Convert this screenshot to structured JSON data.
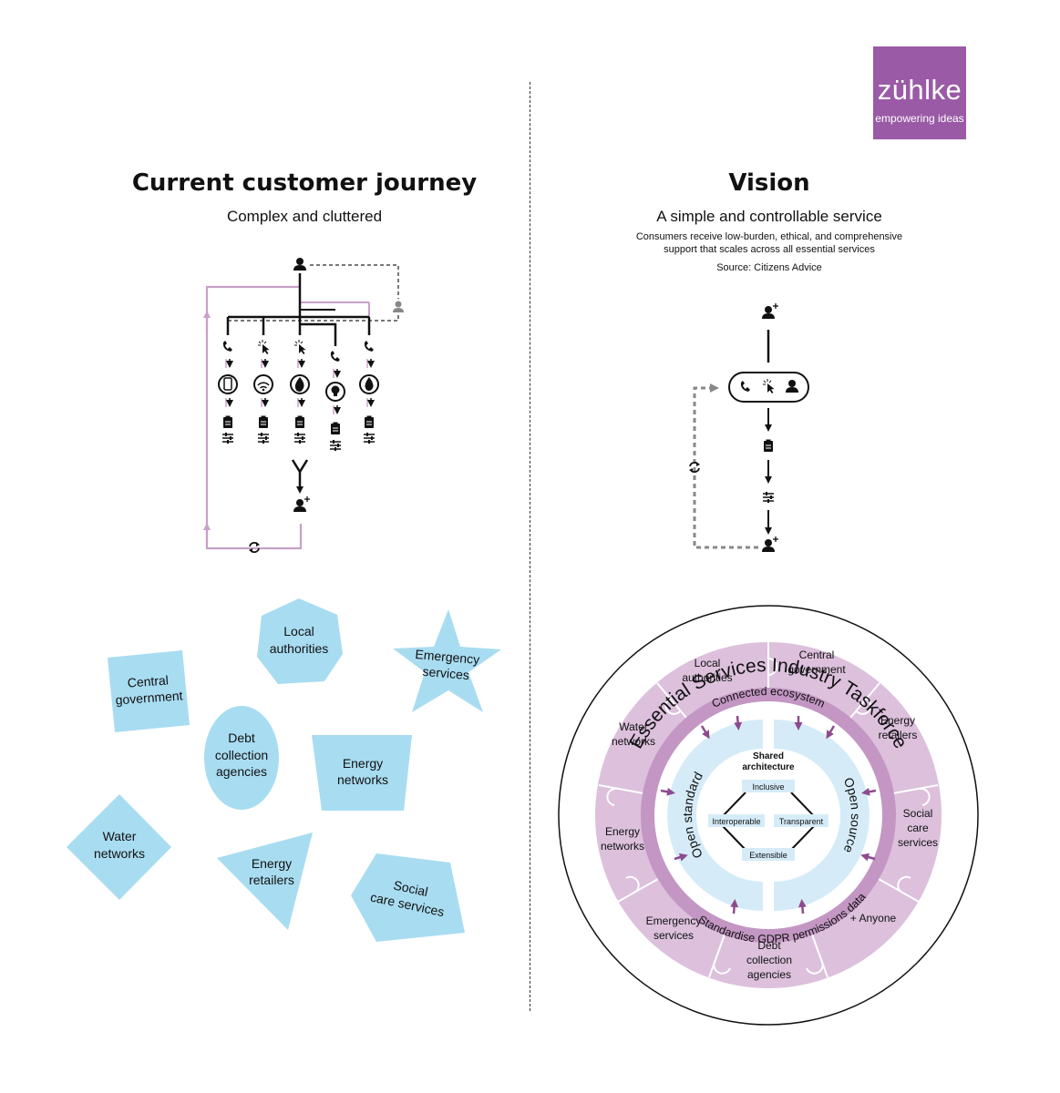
{
  "logo": {
    "brand": "zühlke",
    "tagline": "empowering ideas",
    "color": "#9a5aa6"
  },
  "left": {
    "title": "Current customer journey",
    "subtitle": "Complex and cluttered",
    "shapes": {
      "local_authorities": [
        "Local",
        "authorities"
      ],
      "emergency_services": [
        "Emergency",
        "services"
      ],
      "central_government": [
        "Central",
        "government"
      ],
      "debt_collection": [
        "Debt",
        "collection",
        "agencies"
      ],
      "energy_networks": [
        "Energy",
        "networks"
      ],
      "water_networks": [
        "Water",
        "networks"
      ],
      "energy_retailers": [
        "Energy",
        "retailers"
      ],
      "social_care": [
        "Social",
        "care services"
      ]
    }
  },
  "right": {
    "title": "Vision",
    "subtitle": "A simple and controllable service",
    "description_line1": "Consumers receive low-burden, ethical, and comprehensive",
    "description_line2": "support that scales across all essential services",
    "source": "Source: Citizens Advice",
    "taskforce": {
      "title": "Essential Services Industry Taskforce",
      "outer_segments": {
        "local_authorities": [
          "Local",
          "authorities"
        ],
        "central_government": [
          "Central",
          "government"
        ],
        "energy_retailers": [
          "Energy",
          "retailers"
        ],
        "social_care": [
          "Social",
          "care",
          "services"
        ],
        "anyone": [
          "+ Anyone"
        ],
        "debt_collection": [
          "Debt",
          "collection",
          "agencies"
        ],
        "emergency_services": [
          "Emergency",
          "services"
        ],
        "energy_networks": [
          "Energy",
          "networks"
        ],
        "water_networks": [
          "Water",
          "networks"
        ]
      },
      "ring_top": "Connected ecosystem",
      "ring_bottom": "Standardise GDPR permissions data",
      "inner_left": "Open standard",
      "inner_right": "Open source",
      "center_title": [
        "Shared",
        "architecture"
      ],
      "principles": {
        "top": "Inclusive",
        "left": "Interoperable",
        "right": "Transparent",
        "bottom": "Extensible"
      }
    }
  },
  "colors": {
    "purple_light": "#dcc0dc",
    "purple_dark": "#c396c3",
    "arrow": "#8e4a8e",
    "blue_light": "#a8dcf1",
    "inner_blue": "#d5ecf8",
    "journey_purple": "#c8a0c8"
  }
}
